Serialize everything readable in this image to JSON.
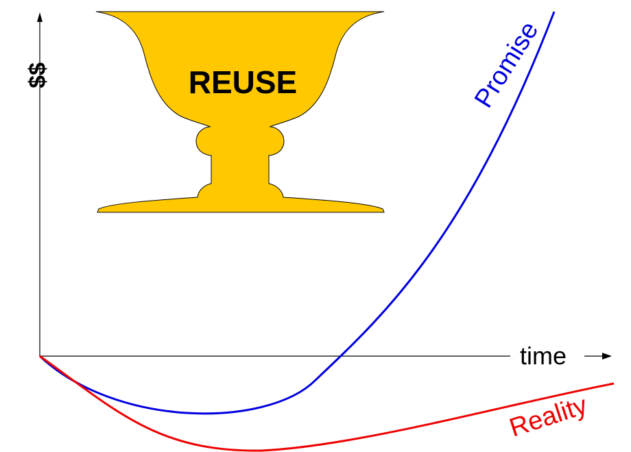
{
  "trophy": {
    "label": "REUSE",
    "fill": "#FFC800"
  },
  "axes": {
    "y_label": "$$",
    "x_label": "time",
    "x_arrow": "→"
  },
  "curves": {
    "promise": {
      "label": "Promise",
      "color": "#0000E0"
    },
    "reality": {
      "label": "Reality",
      "color": "#EE0000"
    }
  }
}
